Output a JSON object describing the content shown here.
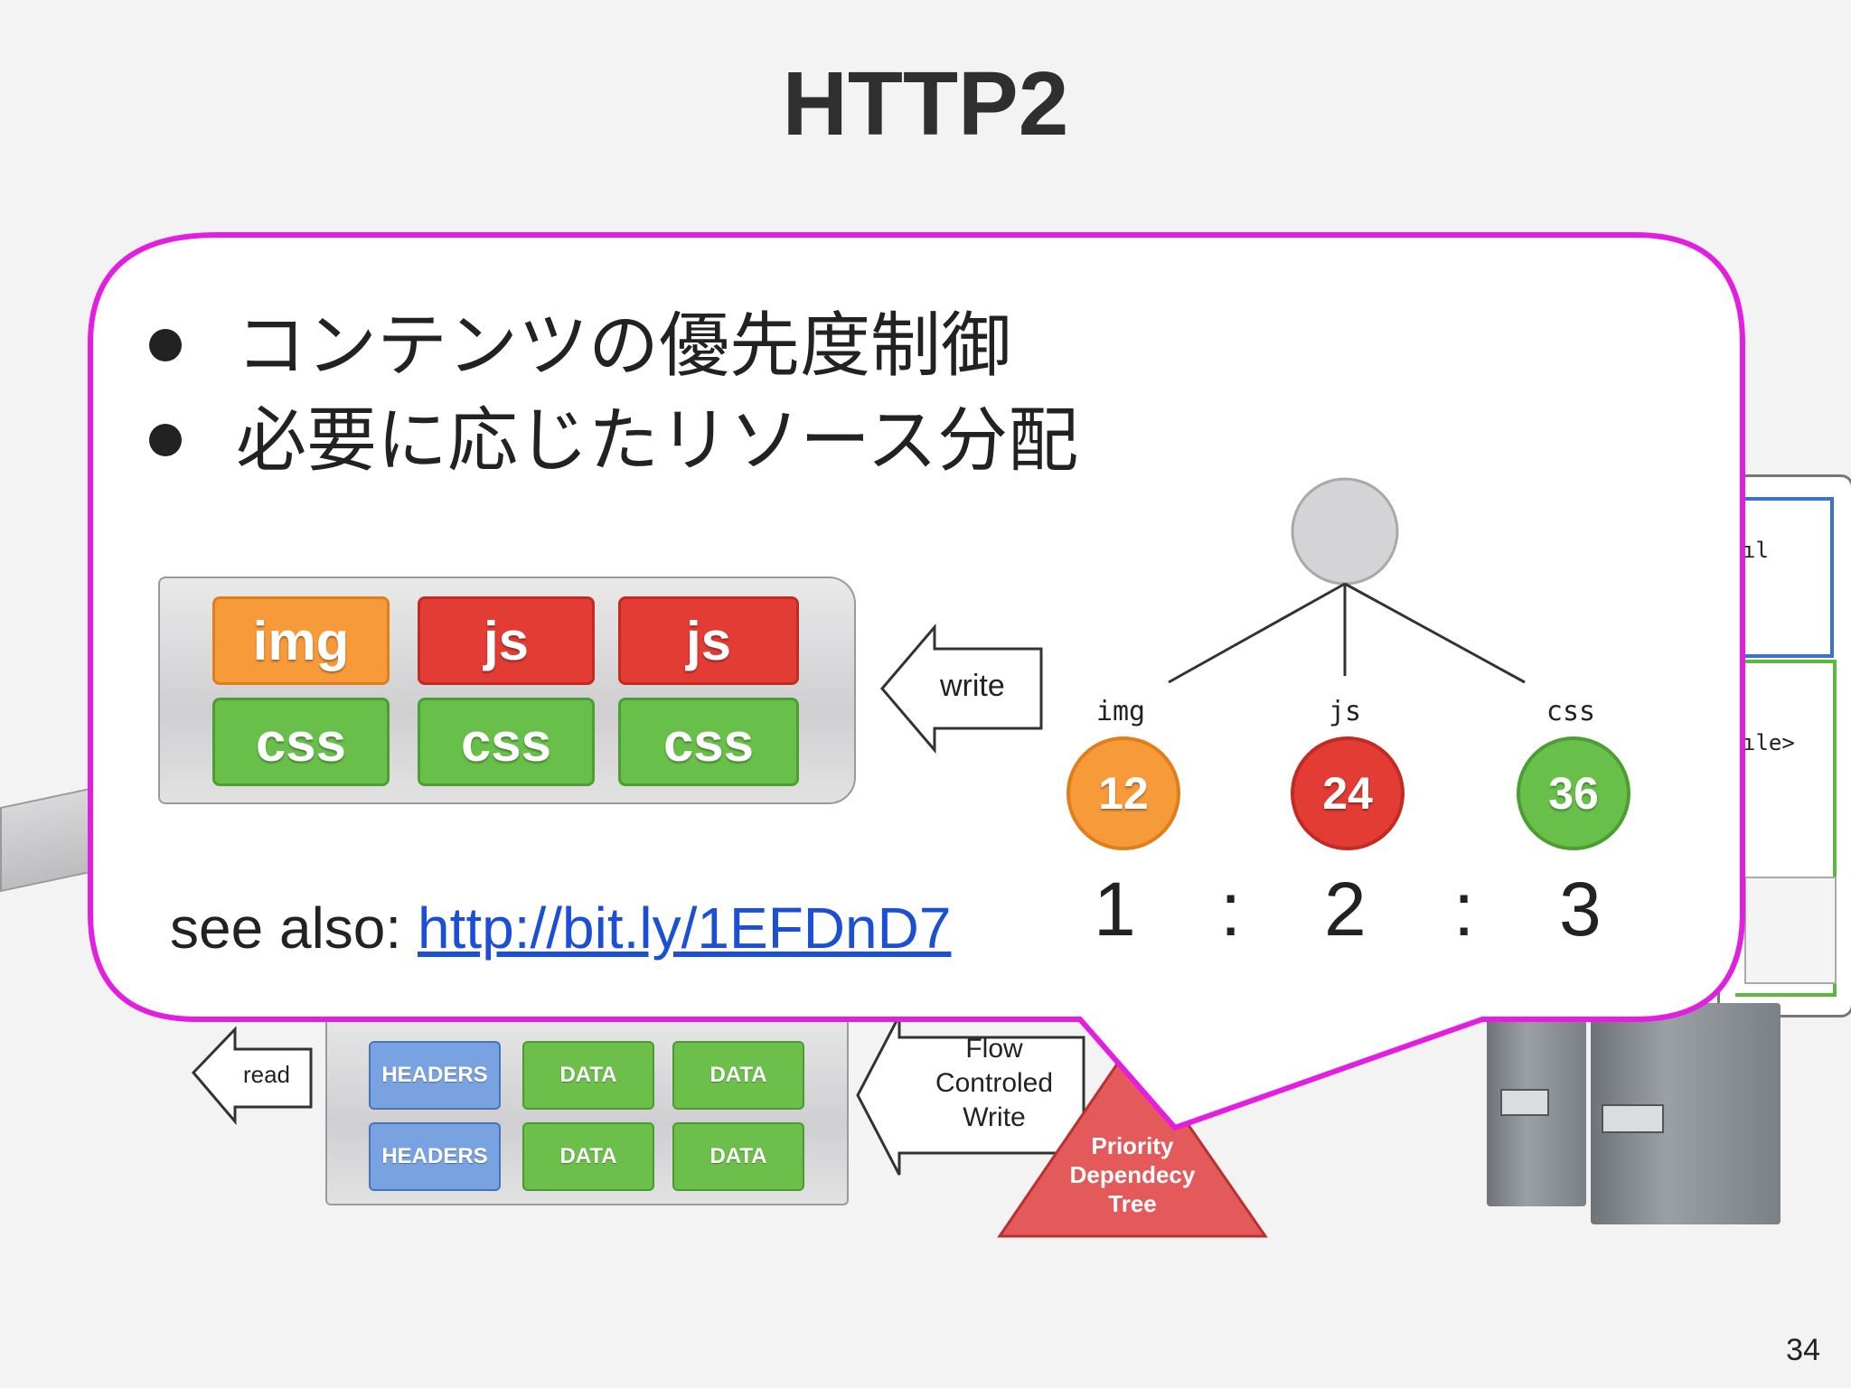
{
  "slide": {
    "title": "HTTP2",
    "page_number": "34"
  },
  "background_diagram": {
    "read_label": "read",
    "frames": [
      [
        "HEADERS",
        "DATA",
        "DATA"
      ],
      [
        "HEADERS",
        "DATA",
        "DATA"
      ]
    ],
    "flow_label": [
      "Flow",
      "Controled",
      "Write"
    ],
    "priority_label": [
      "Priority",
      "Dependecy",
      "Tree"
    ],
    "code_fragments": [
      "ıl",
      "ıle>"
    ]
  },
  "callout": {
    "bullets": [
      "コンテンツの優先度制御",
      "必要に応じたリソース分配"
    ],
    "stream_rows": [
      [
        {
          "label": "img",
          "color": "orange"
        },
        {
          "label": "js",
          "color": "red"
        },
        {
          "label": "js",
          "color": "red"
        }
      ],
      [
        {
          "label": "css",
          "color": "green"
        },
        {
          "label": "css",
          "color": "green"
        },
        {
          "label": "css",
          "color": "green"
        }
      ]
    ],
    "write_label": "write",
    "tree": {
      "children": [
        {
          "label": "img",
          "weight": "12",
          "color": "#f79a3a"
        },
        {
          "label": "js",
          "weight": "24",
          "color": "#e23c34"
        },
        {
          "label": "css",
          "weight": "36",
          "color": "#68c04a"
        }
      ],
      "ratio": [
        "1",
        ":",
        "2",
        ":",
        "3"
      ]
    },
    "see_also_prefix": "see also: ",
    "see_also_link": "http://bit.ly/1EFDnD7"
  },
  "colors": {
    "callout_border": "#e41ee0",
    "link": "#1a4fd6"
  }
}
